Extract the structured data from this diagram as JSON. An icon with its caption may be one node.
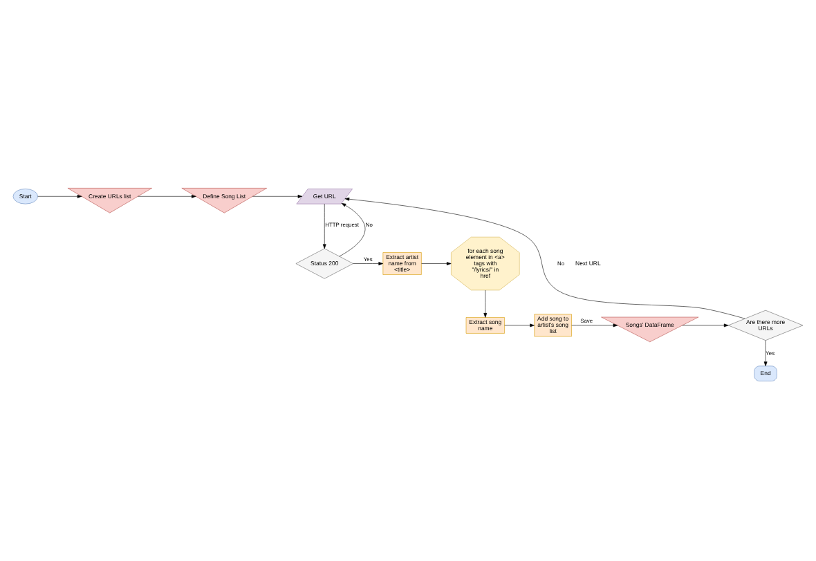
{
  "diagram": {
    "nodes": [
      {
        "text": [
          "Start"
        ]
      },
      {
        "text": [
          "Create URLs list"
        ]
      },
      {
        "text": [
          "Define Song List"
        ]
      },
      {
        "text": [
          "Get URL"
        ]
      },
      {
        "text": [
          "Status 200"
        ]
      },
      {
        "text": [
          "Extract artist name from <title>"
        ]
      },
      {
        "text": [
          "for each song element in <a> tags with \"/lyrics/\" in href"
        ]
      },
      {
        "text": [
          "Extract song name"
        ]
      },
      {
        "text": [
          "Add song to artist's song list"
        ]
      },
      {
        "text": [
          "Songs' DataFrame"
        ]
      },
      {
        "text": [
          "Are there more URLs"
        ]
      },
      {
        "text": [
          "End"
        ]
      }
    ],
    "edges": [
      {
        "from": 0,
        "to": 1,
        "arrow": "to"
      },
      {
        "from": 1,
        "to": 2,
        "arrow": "to"
      },
      {
        "from": 2,
        "to": 3,
        "arrow": "to"
      },
      {
        "from": 3,
        "to": 4,
        "arrow": "to",
        "label": "HTTP request"
      },
      {
        "from": 4,
        "to": 5,
        "arrow": "to",
        "label": "Yes"
      },
      {
        "from": 4,
        "to": 3,
        "arrow": "to",
        "label": "No"
      },
      {
        "from": 5,
        "to": 6,
        "arrow": "to"
      },
      {
        "from": 6,
        "to": 7,
        "arrow": "to"
      },
      {
        "from": 7,
        "to": 8,
        "arrow": "to"
      },
      {
        "from": 8,
        "to": 9,
        "arrow": "to",
        "label": "Save"
      },
      {
        "from": 9,
        "to": 10,
        "arrow": "to"
      },
      {
        "from": 10,
        "to": 11,
        "arrow": "to",
        "label": "Yes"
      },
      {
        "from": 10,
        "to": 3,
        "arrow": "to",
        "label": "No"
      }
    ],
    "labels": [
      "Next URL"
    ]
  }
}
